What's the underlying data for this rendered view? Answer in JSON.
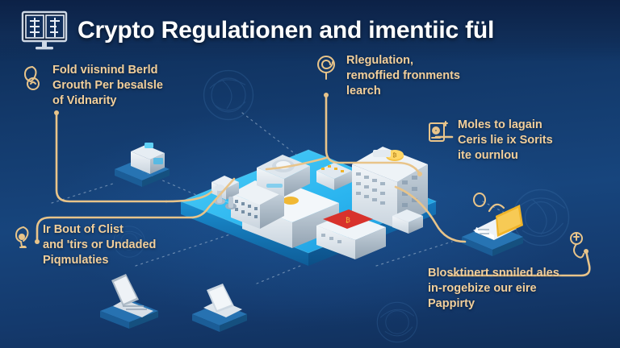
{
  "header": {
    "title": "Crypto Regulationen and imentiic fül",
    "icon": "dual-panel-monitor-icon"
  },
  "colors": {
    "background_deep": "#0d2a52",
    "background_mid": "#17457d",
    "accent_gold": "#e8c48a",
    "label_text": "#f2cf9b",
    "title_text": "#ffffff",
    "platform_cyan": "#29b6ef",
    "platform_cyan_dark": "#1178bd",
    "building_white": "#e9eef3",
    "building_grey": "#aebbc7",
    "coin_gold": "#f0b429",
    "accent_red": "#d8322c"
  },
  "callouts": [
    {
      "id": "top-left",
      "icon": "gold-magnifier-outline-icon",
      "text": "Fold viisnind Berld\nGrouth Per besalsle\nof Vidnarity"
    },
    {
      "id": "top-right",
      "icon": "gold-spiral-swirl-icon",
      "text": "Rlegulation,\nremoffied fronments\nlearch"
    },
    {
      "id": "middle-right",
      "icon": "gold-safe-lock-icon",
      "text": "Moles to lagain\nCeris lie ix Sorits\nite ournlou"
    },
    {
      "id": "bottom-left",
      "icon": "gold-bulb-outline-icon",
      "text": "Ir Bout of Clist\nand 'tirs or Undaded\nPiqmulaties"
    },
    {
      "id": "bottom-right",
      "icon": "gold-key-outline-icon",
      "text": "Blosktinert snniled ales\nin-rogebize our eire\nPappirty"
    }
  ],
  "scene": {
    "name": "isometric-crypto-city-platform",
    "central_platform": "cyan-isometric-slab",
    "satellite_nodes": [
      {
        "id": "left-node",
        "icon": "isometric-small-building-node"
      },
      {
        "id": "bottom-left-node",
        "icon": "isometric-laptop-node"
      },
      {
        "id": "bottom-center-node",
        "icon": "isometric-device-node"
      },
      {
        "id": "bottom-right-node",
        "icon": "isometric-open-book-node"
      }
    ],
    "buildings": [
      {
        "id": "tower-right",
        "icon": "isometric-tall-tower"
      },
      {
        "id": "block-center",
        "icon": "isometric-wide-block"
      },
      {
        "id": "dish-block",
        "icon": "isometric-satellite-dish-block"
      },
      {
        "id": "grid-block",
        "icon": "isometric-window-grid-block"
      },
      {
        "id": "red-roof-block",
        "icon": "isometric-red-roof-block"
      },
      {
        "id": "coin-block",
        "icon": "isometric-gold-coin-block"
      }
    ],
    "watermarks": [
      {
        "id": "wm-top-center",
        "icon": "faint-circular-outline-watermark"
      },
      {
        "id": "wm-right",
        "icon": "faint-circular-outline-watermark"
      },
      {
        "id": "wm-bottom-right",
        "icon": "faint-circular-outline-watermark"
      }
    ],
    "connectors": {
      "gold_cables": "curved-gold-cable-routes",
      "dotted_links": "dotted-node-link-lines"
    }
  }
}
